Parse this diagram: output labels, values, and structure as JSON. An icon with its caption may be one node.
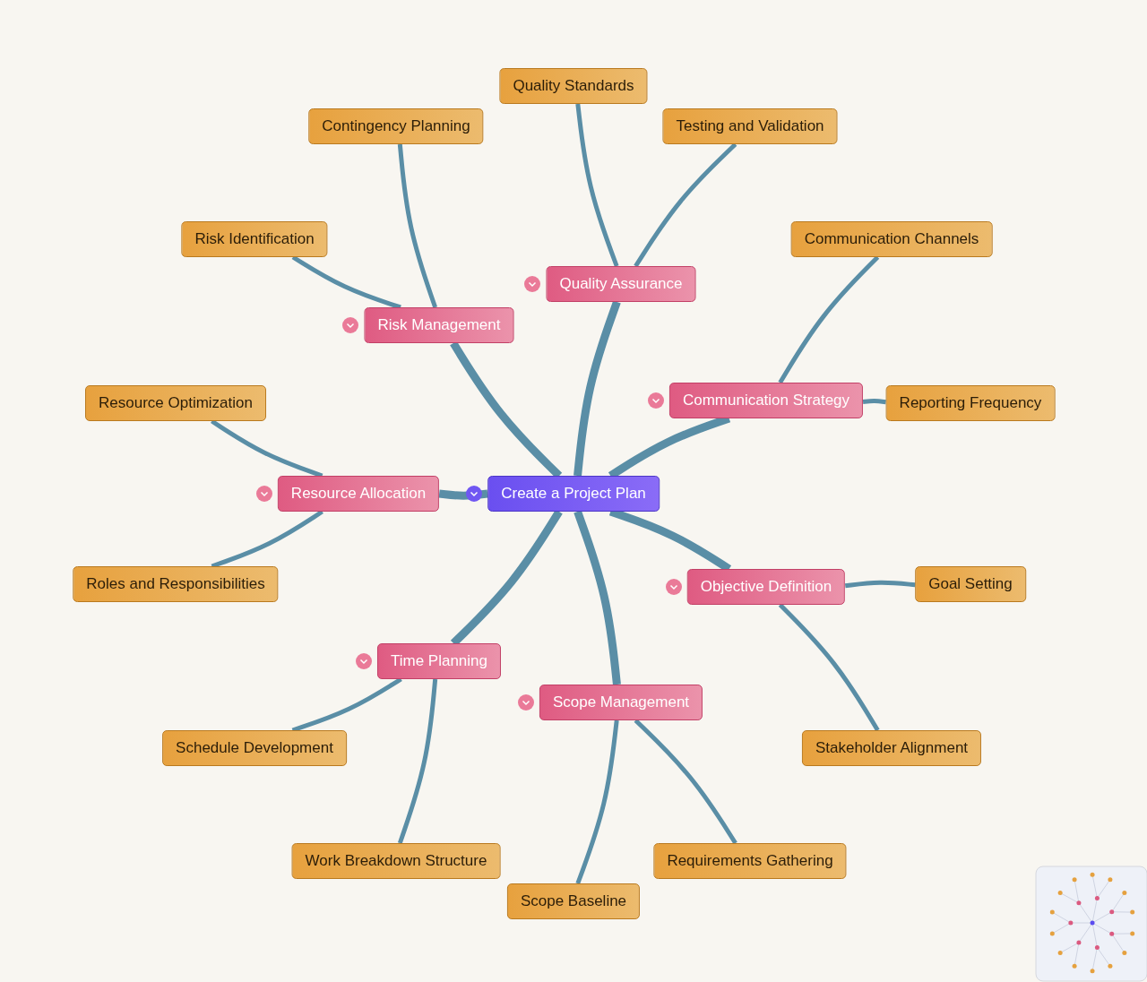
{
  "diagram": {
    "nodes": [
      {
        "text": [
          "Create a Project Plan"
        ]
      },
      {
        "text": [
          "Quality Assurance"
        ]
      },
      {
        "text": [
          "Communication Strategy"
        ]
      },
      {
        "text": [
          "Objective Definition"
        ]
      },
      {
        "text": [
          "Scope Management"
        ]
      },
      {
        "text": [
          "Time Planning"
        ]
      },
      {
        "text": [
          "Resource Allocation"
        ]
      },
      {
        "text": [
          "Risk Management"
        ]
      },
      {
        "text": [
          "Quality Standards"
        ]
      },
      {
        "text": [
          "Testing and Validation"
        ]
      },
      {
        "text": [
          "Communication Channels"
        ]
      },
      {
        "text": [
          "Reporting Frequency"
        ]
      },
      {
        "text": [
          "Goal Setting"
        ]
      },
      {
        "text": [
          "Stakeholder Alignment"
        ]
      },
      {
        "text": [
          "Requirements Gathering"
        ]
      },
      {
        "text": [
          "Scope Baseline"
        ]
      },
      {
        "text": [
          "Work Breakdown Structure"
        ]
      },
      {
        "text": [
          "Schedule Development"
        ]
      },
      {
        "text": [
          "Roles and Responsibilities"
        ]
      },
      {
        "text": [
          "Resource Optimization"
        ]
      },
      {
        "text": [
          "Risk Identification"
        ]
      },
      {
        "text": [
          "Contingency Planning"
        ]
      }
    ],
    "edges": [
      {
        "from": 0,
        "to": 1,
        "arrow": "none",
        "style": "thick"
      },
      {
        "from": 0,
        "to": 2,
        "arrow": "none",
        "style": "thick"
      },
      {
        "from": 0,
        "to": 3,
        "arrow": "none",
        "style": "thick"
      },
      {
        "from": 0,
        "to": 4,
        "arrow": "none",
        "style": "thick"
      },
      {
        "from": 0,
        "to": 5,
        "arrow": "none",
        "style": "thick"
      },
      {
        "from": 0,
        "to": 6,
        "arrow": "none",
        "style": "thick"
      },
      {
        "from": 0,
        "to": 7,
        "arrow": "none",
        "style": "thick"
      },
      {
        "from": 1,
        "to": 8,
        "arrow": "none"
      },
      {
        "from": 1,
        "to": 9,
        "arrow": "none"
      },
      {
        "from": 2,
        "to": 10,
        "arrow": "none"
      },
      {
        "from": 2,
        "to": 11,
        "arrow": "none"
      },
      {
        "from": 3,
        "to": 12,
        "arrow": "none"
      },
      {
        "from": 3,
        "to": 13,
        "arrow": "none"
      },
      {
        "from": 4,
        "to": 14,
        "arrow": "none"
      },
      {
        "from": 4,
        "to": 15,
        "arrow": "none"
      },
      {
        "from": 5,
        "to": 16,
        "arrow": "none"
      },
      {
        "from": 5,
        "to": 17,
        "arrow": "none"
      },
      {
        "from": 6,
        "to": 18,
        "arrow": "none"
      },
      {
        "from": 6,
        "to": 19,
        "arrow": "none"
      },
      {
        "from": 7,
        "to": 20,
        "arrow": "none"
      },
      {
        "from": 7,
        "to": 21,
        "arrow": "none"
      }
    ]
  }
}
